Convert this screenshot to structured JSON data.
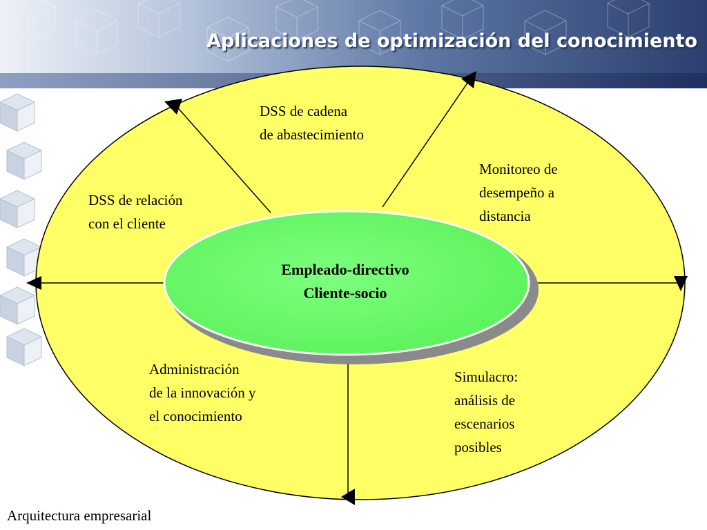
{
  "slide": {
    "title": "Aplicaciones de optimización del conocimiento",
    "footer": "Arquitectura empresarial",
    "colors": {
      "header_dark": "#2c3f6e",
      "header_light": "#c8d4e6",
      "outer_ellipse": "#ffff66",
      "center_ellipse": "#66ff66",
      "center_shadow": "#8a8a8a"
    }
  },
  "diagram": {
    "center": {
      "line1": "Empleado-directivo",
      "line2": "Cliente-socio"
    },
    "segments": {
      "top": [
        "DSS de cadena",
        "de abastecimiento"
      ],
      "upper_left": [
        "DSS de relación",
        "con el cliente"
      ],
      "upper_right": [
        "Monitoreo de",
        "desempeño a",
        "distancia"
      ],
      "lower_left": [
        "Administración",
        "de la innovación y",
        "el conocimiento"
      ],
      "lower_right": [
        "Simulacro:",
        "análisis de",
        "escenarios",
        "posibles"
      ]
    }
  }
}
